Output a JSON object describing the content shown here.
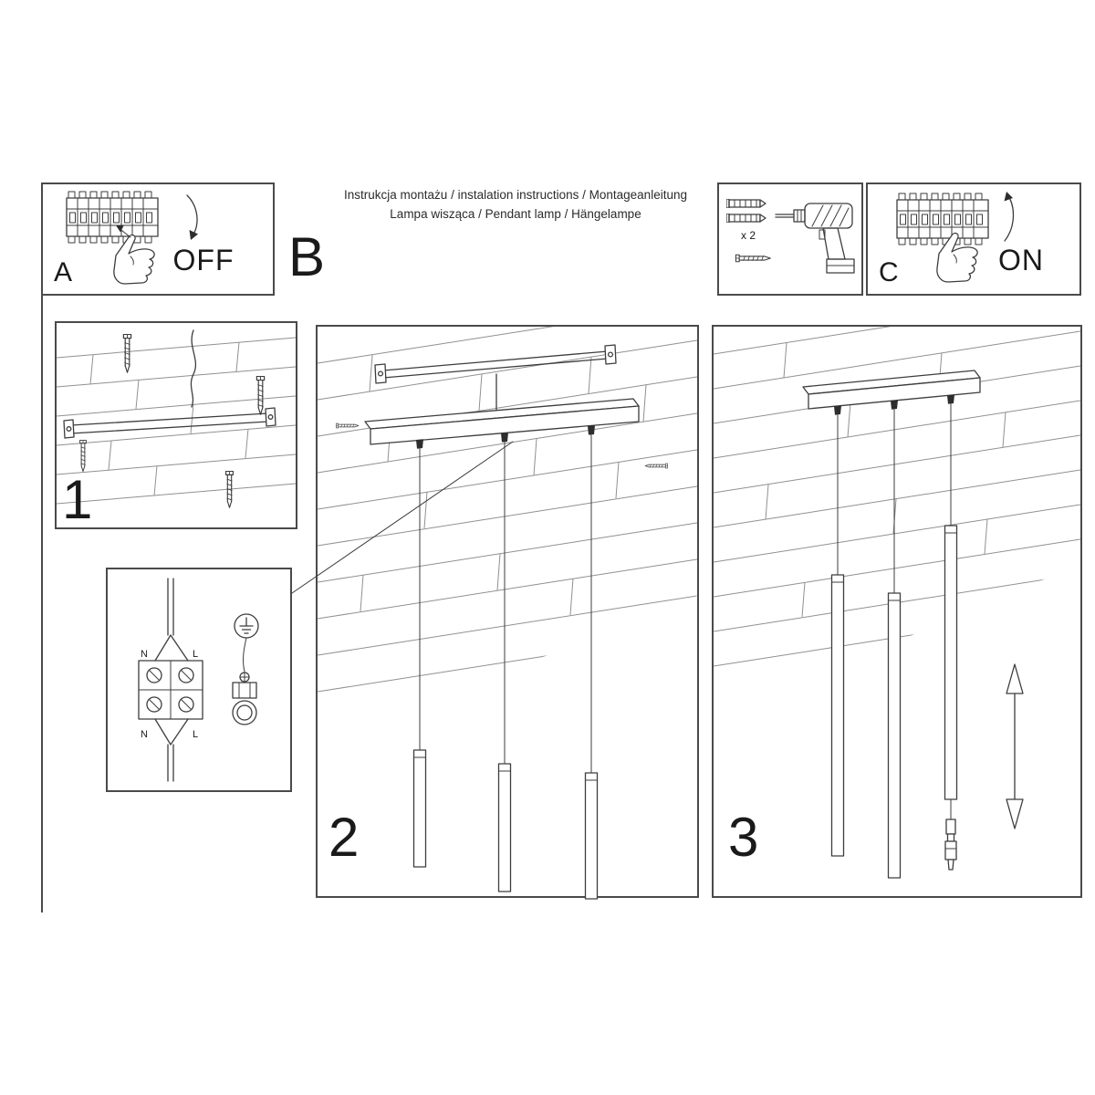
{
  "header": {
    "title_line1": "Instrukcja montażu / instalation instructions / Montageanleitung",
    "title_line2": "Lampa wisząca / Pendant lamp / Hängelampe",
    "panel_a_label": "A",
    "panel_a_state": "OFF",
    "panel_b_label": "B",
    "tools_count": "x 2",
    "panel_c_label": "C",
    "panel_c_state": "ON"
  },
  "steps": {
    "step1": "1",
    "step2": "2",
    "step3": "3"
  },
  "wiring_labels": {
    "n_top": "N",
    "l_top": "L",
    "n_bottom": "N",
    "l_bottom": "L"
  },
  "colors": {
    "ink": "#3d3d3d",
    "plank": "#909090",
    "paper": "#ffffff"
  }
}
